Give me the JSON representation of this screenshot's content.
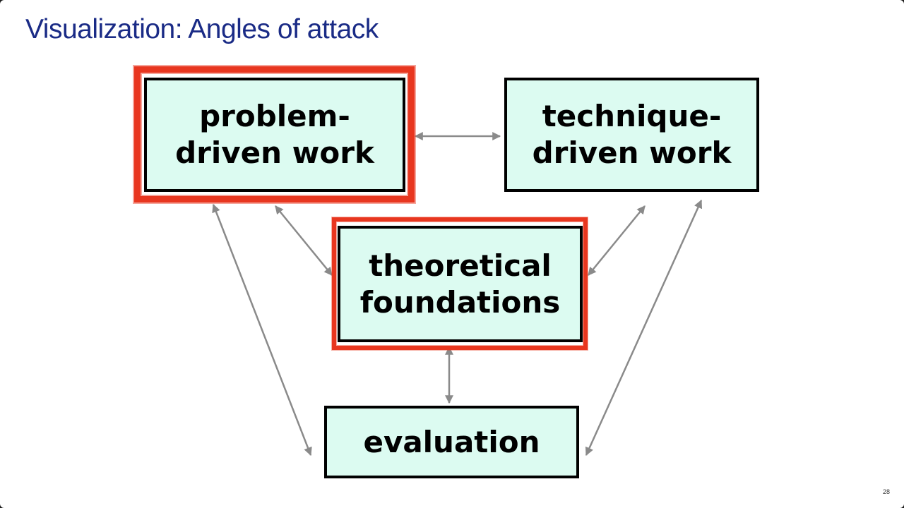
{
  "slide": {
    "title": "Visualization: Angles of attack",
    "page_number": "28"
  },
  "boxes": {
    "problem": {
      "label": "problem-\ndriven work",
      "highlighted": true
    },
    "technique": {
      "label": "technique-\ndriven work",
      "highlighted": false
    },
    "theory": {
      "label": "theoretical\nfoundations",
      "highlighted": true
    },
    "evaluation": {
      "label": "evaluation",
      "highlighted": false
    }
  },
  "connections": [
    {
      "from": "problem",
      "to": "technique"
    },
    {
      "from": "problem",
      "to": "theory"
    },
    {
      "from": "problem",
      "to": "evaluation"
    },
    {
      "from": "technique",
      "to": "theory"
    },
    {
      "from": "technique",
      "to": "evaluation"
    },
    {
      "from": "theory",
      "to": "evaluation"
    }
  ],
  "colors": {
    "title": "#1a2b86",
    "box_fill": "#dcfbf1",
    "box_border": "#000000",
    "highlight": "#e8361f",
    "arrow": "#8a8a8a"
  }
}
